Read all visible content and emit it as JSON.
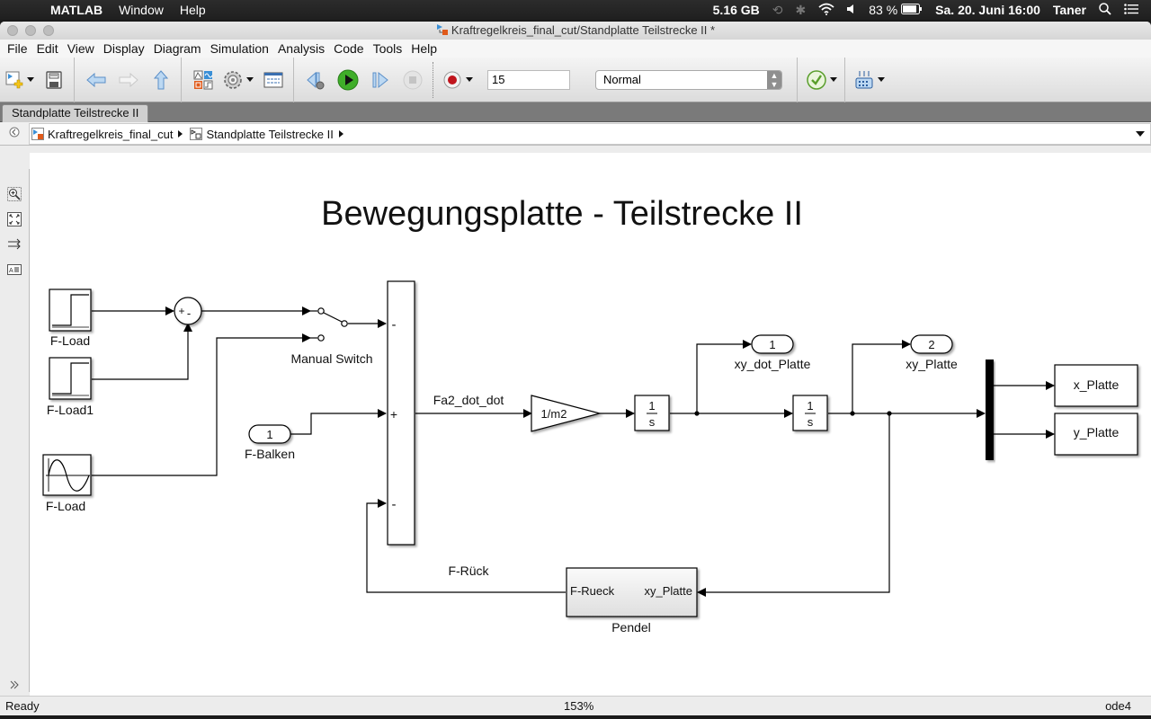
{
  "os_menubar": {
    "app_name": "MATLAB",
    "items": [
      "Window",
      "Help"
    ],
    "memory": "5.16 GB",
    "battery": "83 %",
    "datetime": "Sa. 20. Juni 16:00",
    "user": "Taner"
  },
  "window": {
    "title": "Kraftregelkreis_final_cut/Standplatte Teilstrecke II *"
  },
  "app_menu": [
    "File",
    "Edit",
    "View",
    "Display",
    "Diagram",
    "Simulation",
    "Analysis",
    "Code",
    "Tools",
    "Help"
  ],
  "toolbar": {
    "stop_time": "15",
    "sim_mode": "Normal",
    "colors": {
      "run_green": "#3fae29",
      "record_red": "#c0141c",
      "check_green": "#5a9e2c",
      "nav_blue": "#6fa7dc"
    }
  },
  "tabs": [
    {
      "label": "Standplatte Teilstrecke II"
    }
  ],
  "breadcrumb": [
    {
      "label": "Kraftregelkreis_final_cut"
    },
    {
      "label": "Standplatte Teilstrecke II"
    }
  ],
  "diagram": {
    "title": "Bewegungsplatte - Teilstrecke II",
    "blocks": {
      "step1": {
        "label": "F-Load"
      },
      "step2": {
        "label": "F-Load1"
      },
      "sine": {
        "label": "F-Load"
      },
      "sum1": {
        "signs": [
          "+",
          "-"
        ]
      },
      "switch": {
        "label": "Manual Switch"
      },
      "inport": {
        "number": "1",
        "label": "F-Balken"
      },
      "sum2": {
        "signs": [
          "-",
          "+",
          "-"
        ]
      },
      "gain": {
        "value": "1/m2"
      },
      "int1": {
        "num": "1",
        "den": "s"
      },
      "int2": {
        "num": "1",
        "den": "s"
      },
      "outport1": {
        "number": "1",
        "label": "xy_dot_Platte"
      },
      "outport2": {
        "number": "2",
        "label": "xy_Platte"
      },
      "scope_x": {
        "label": "x_Platte"
      },
      "scope_y": {
        "label": "y_Platte"
      },
      "pendel": {
        "label": "Pendel",
        "in_port": "xy_Platte",
        "out_port": "F-Rueck"
      }
    },
    "signals": {
      "sum_out": "Fa2_dot_dot",
      "feedback": "F-Rück"
    }
  },
  "status": {
    "state": "Ready",
    "zoom": "153%",
    "solver": "ode4"
  }
}
